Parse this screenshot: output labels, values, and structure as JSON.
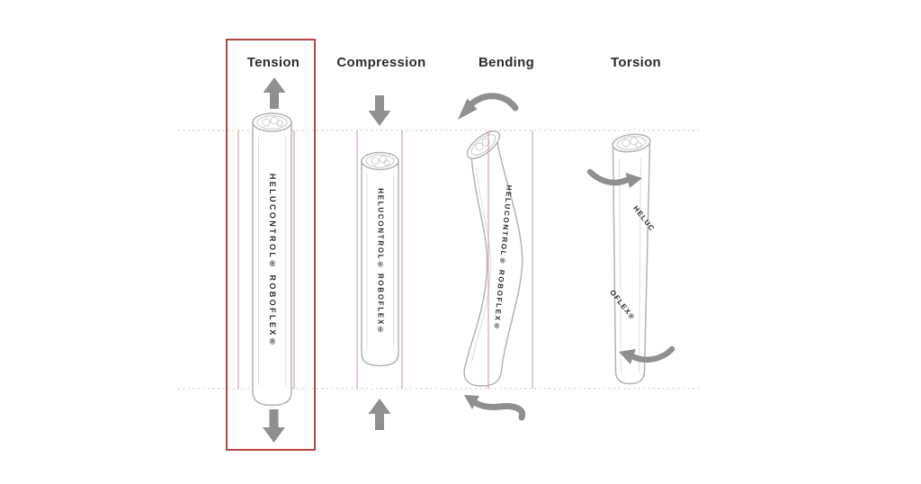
{
  "diagram": {
    "description": "Cable stress type comparison diagram",
    "product_label": "HELUCONTROL® ROBOFLEX®",
    "columns": [
      {
        "label": "Tension",
        "cable_label": "HELUCONTROL® ROBOFLEX®",
        "highlighted": true
      },
      {
        "label": "Compression",
        "cable_label": "HELUCONTROL® ROBOFLEX®",
        "highlighted": false
      },
      {
        "label": "Bending",
        "cable_label": "HELUCONTROL® ROBOFLEX®",
        "highlighted": false
      },
      {
        "label": "Torsion",
        "cable_label_fragments": {
          "top": "HELUC",
          "bottom": "OFLEX®"
        },
        "highlighted": false
      }
    ],
    "icons": {
      "tension": "up-arrow-icon / down-arrow-icon (pulling outward)",
      "compression": "down-arrow-icon / up-arrow-icon (pushing inward)",
      "bending": "curved-ccw-arrow-icon (top and bottom)",
      "torsion": "twist-arrow-icon (opposite rotation top and bottom)"
    },
    "colors": {
      "accent": "#b5453f",
      "pink": "#d9918c",
      "arrow": "#8f8f8f",
      "cable_outline": "#b3b3b3",
      "dash": "#cfcfcf",
      "ink": "#2d2d2d"
    }
  }
}
